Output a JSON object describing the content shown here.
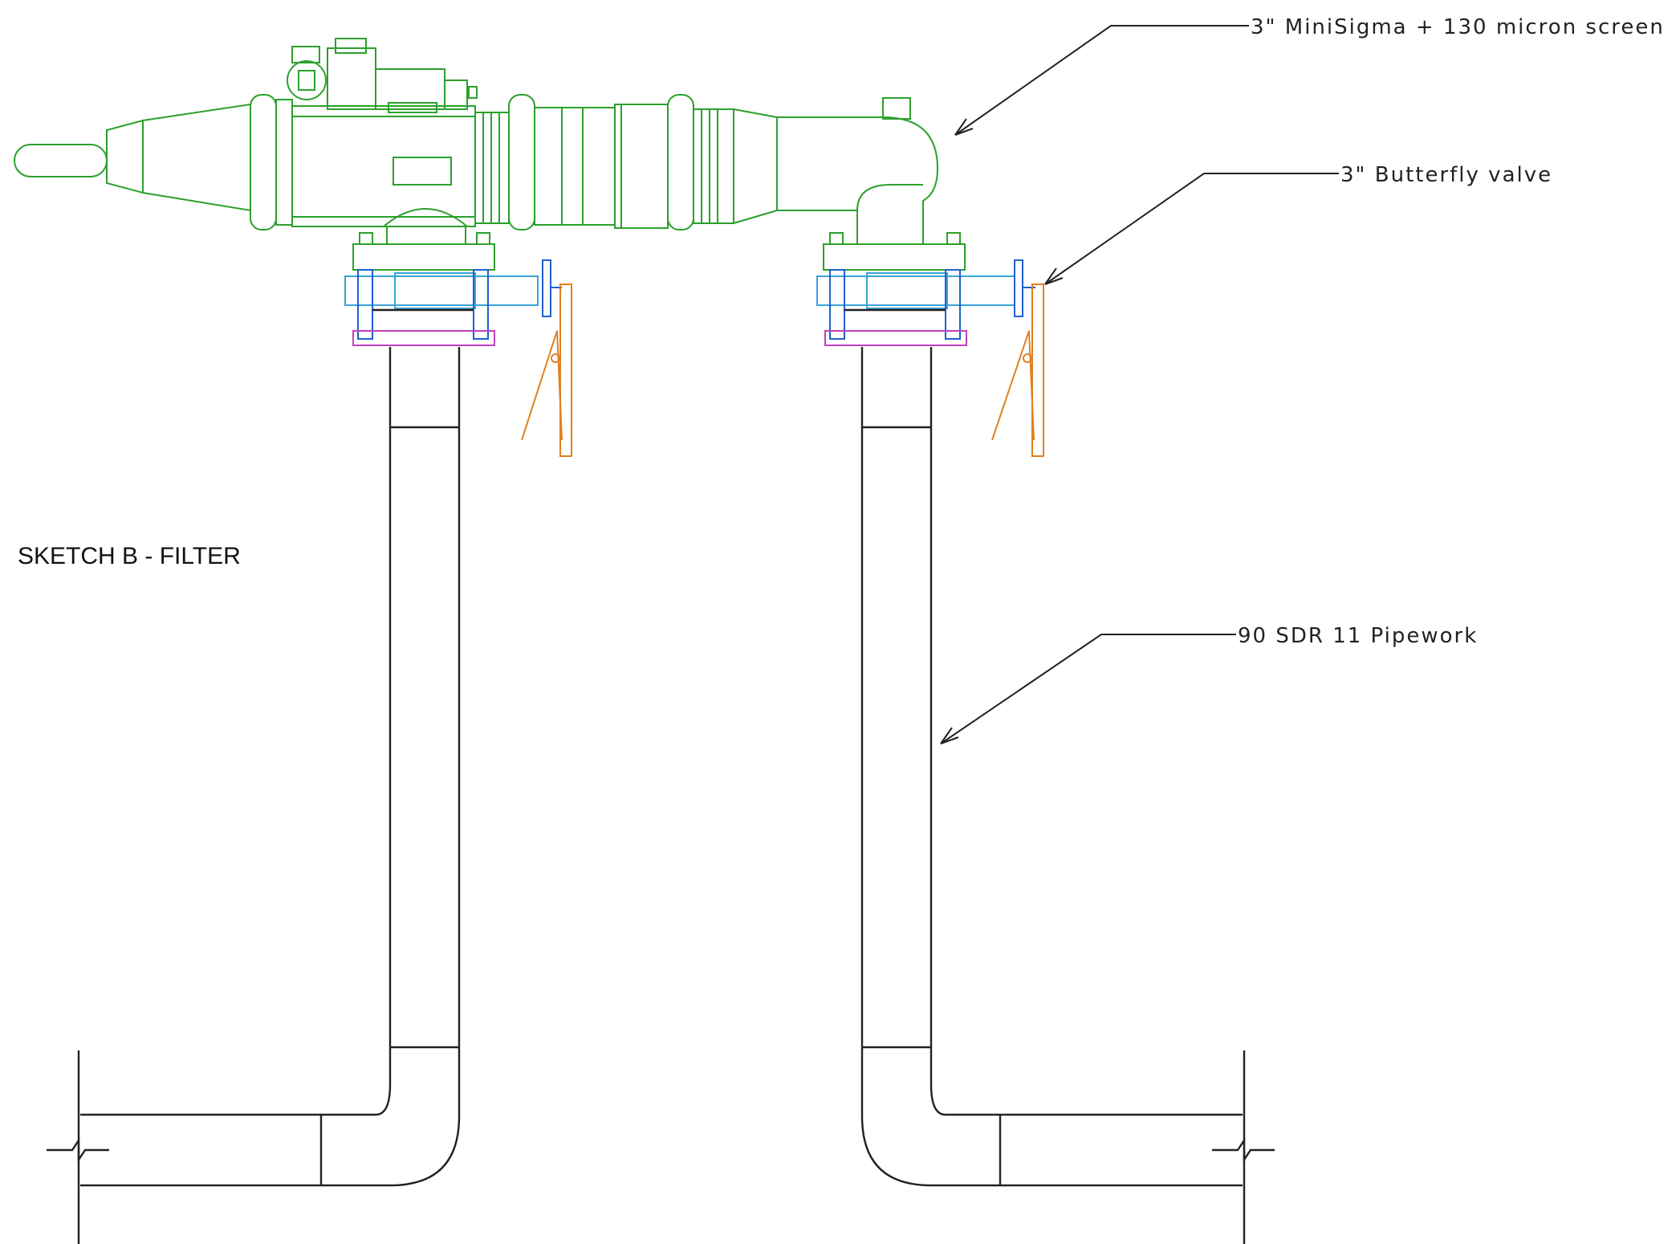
{
  "title": "SKETCH B - FILTER",
  "callouts": {
    "filter": "3\" MiniSigma + 130 micron screen",
    "valve": "3\" Butterfly valve",
    "pipework": "90 SDR 11 Pipework"
  },
  "colors": {
    "filter": "#2ca02c",
    "valve": "#1f5fd0",
    "valve_body": "#3aa3d8",
    "flange_plate": "#c040c0",
    "handle": "#e08020",
    "pipe": "#222222"
  }
}
